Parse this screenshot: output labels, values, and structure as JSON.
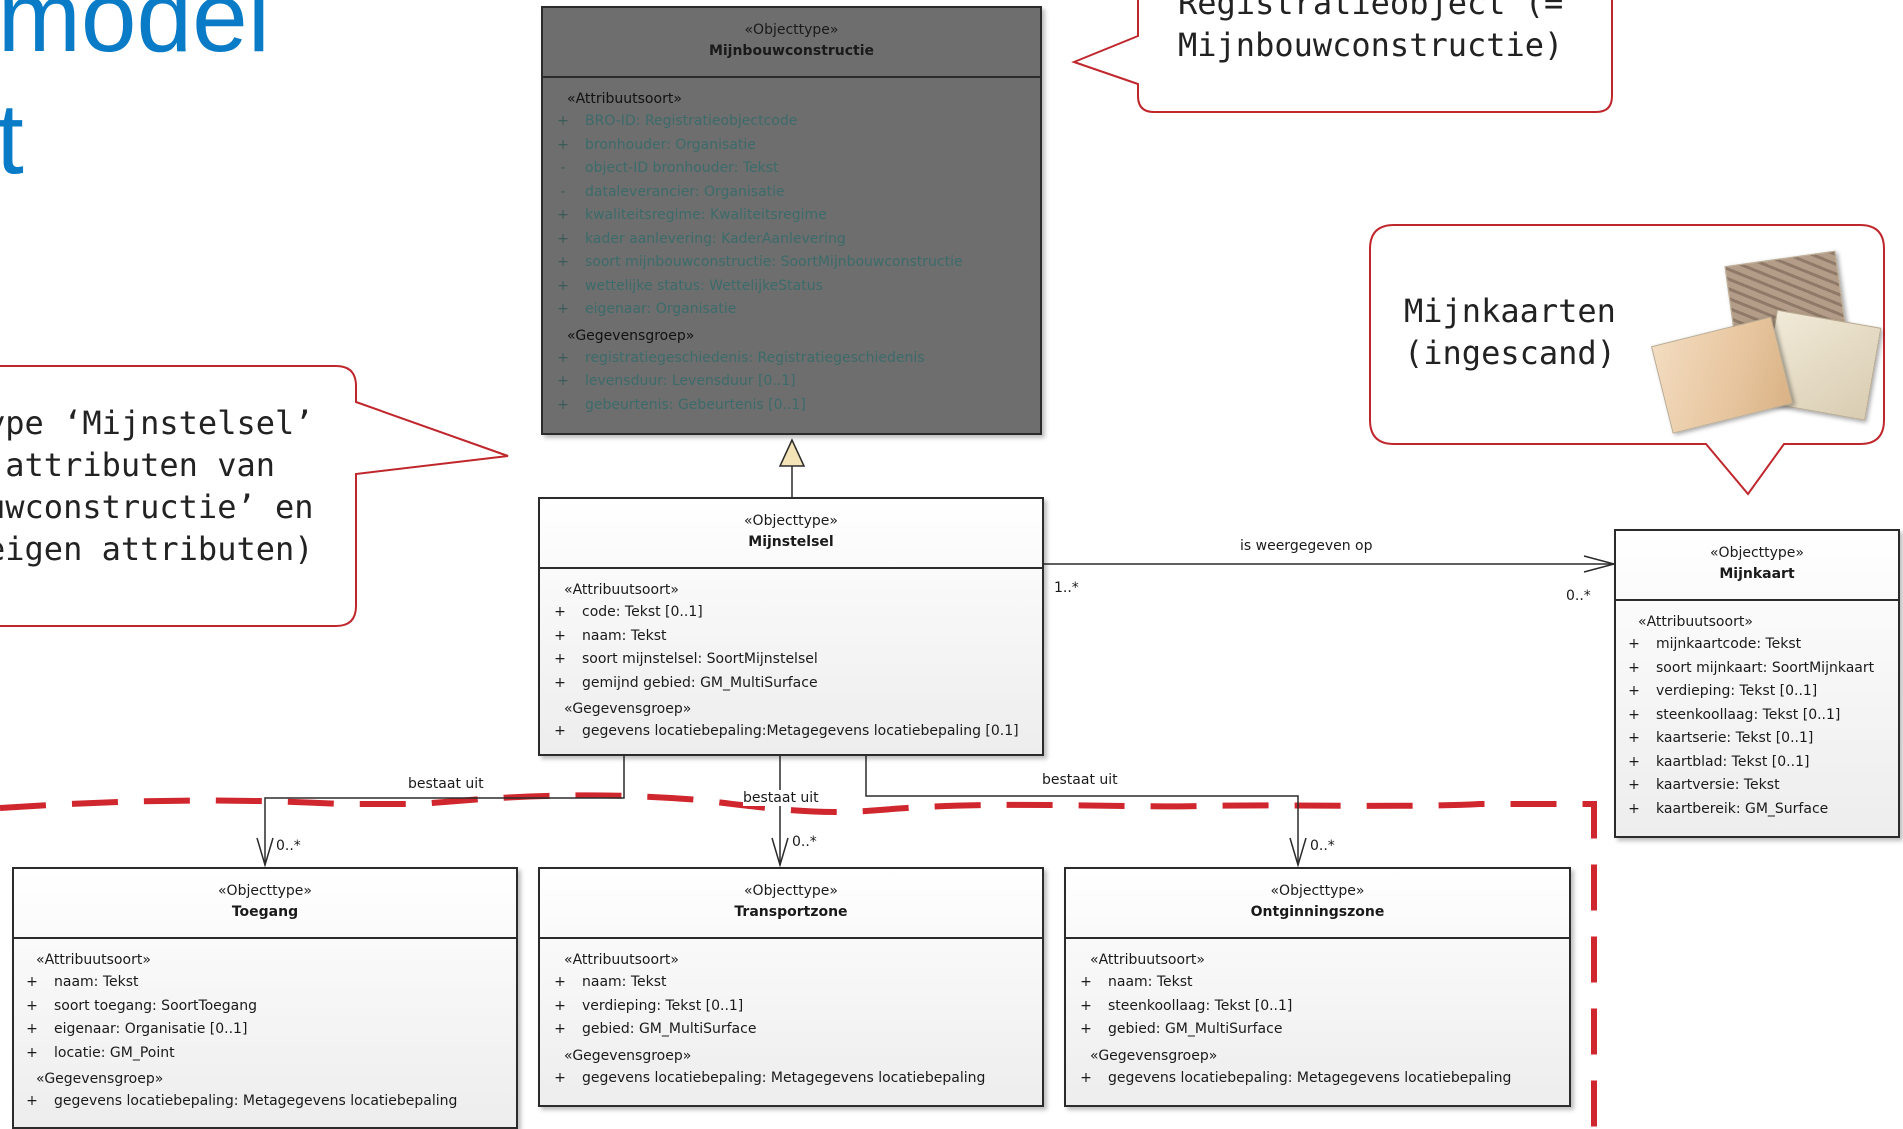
{
  "title": {
    "line1": "emodel",
    "line2": "t"
  },
  "callouts": {
    "top_right": "Registratieobject (=\nMijnbouwconstructie)",
    "left": "ype ‘Mijnstelsel’\n attributen van\nuwconstructie’ en\neigen attributen)",
    "maps": "Mijnkaarten\n(ingescand)"
  },
  "colors": {
    "title": "#0a7bc7",
    "callout_border": "#c0272d",
    "dashed_region": "#d0262d",
    "dark_class": "#6e6e6e"
  },
  "classes": {
    "mijnbouwconstructie": {
      "stereotype": "«Objecttype»",
      "name": "Mijnbouwconstructie",
      "sections": [
        {
          "label": "«Attribuutsoort»",
          "attrs": [
            {
              "vis": "+",
              "text": "BRO-ID: Registratieobjectcode"
            },
            {
              "vis": "+",
              "text": "bronhouder: Organisatie"
            },
            {
              "vis": "-",
              "text": "object-ID bronhouder: Tekst"
            },
            {
              "vis": "-",
              "text": "dataleverancier: Organisatie"
            },
            {
              "vis": "+",
              "text": "kwaliteitsregime: Kwaliteitsregime"
            },
            {
              "vis": "+",
              "text": "kader aanlevering: KaderAanlevering"
            },
            {
              "vis": "+",
              "text": "soort mijnbouwconstructie: SoortMijnbouwconstructie"
            },
            {
              "vis": "+",
              "text": "wettelijke status: WettelijkeStatus"
            },
            {
              "vis": "+",
              "text": "eigenaar: Organisatie"
            }
          ]
        },
        {
          "label": "«Gegevensgroep»",
          "attrs": [
            {
              "vis": "+",
              "text": "registratiegeschiedenis: Registratiegeschiedenis"
            },
            {
              "vis": "+",
              "text": "levensduur: Levensduur [0..1]"
            },
            {
              "vis": "+",
              "text": "gebeurtenis: Gebeurtenis [0..1]"
            }
          ]
        }
      ]
    },
    "mijnstelsel": {
      "stereotype": "«Objecttype»",
      "name": "Mijnstelsel",
      "sections": [
        {
          "label": "«Attribuutsoort»",
          "attrs": [
            {
              "vis": "+",
              "text": "code: Tekst [0..1]"
            },
            {
              "vis": "+",
              "text": "naam: Tekst"
            },
            {
              "vis": "+",
              "text": "soort mijnstelsel: SoortMijnstelsel"
            },
            {
              "vis": "+",
              "text": "gemijnd gebied: GM_MultiSurface"
            }
          ]
        },
        {
          "label": "«Gegevensgroep»",
          "attrs": [
            {
              "vis": "+",
              "text": "gegevens locatiebepaling:Metagegevens locatiebepaling [0.1]"
            }
          ]
        }
      ]
    },
    "mijnkaart": {
      "stereotype": "«Objecttype»",
      "name": "Mijnkaart",
      "sections": [
        {
          "label": "«Attribuutsoort»",
          "attrs": [
            {
              "vis": "+",
              "text": "mijnkaartcode: Tekst"
            },
            {
              "vis": "+",
              "text": "soort mijnkaart: SoortMijnkaart"
            },
            {
              "vis": "+",
              "text": "verdieping: Tekst [0..1]"
            },
            {
              "vis": "+",
              "text": "steenkoollaag: Tekst [0..1]"
            },
            {
              "vis": "+",
              "text": "kaartserie: Tekst [0..1]"
            },
            {
              "vis": "+",
              "text": "kaartblad: Tekst [0..1]"
            },
            {
              "vis": "+",
              "text": "kaartversie: Tekst"
            },
            {
              "vis": "+",
              "text": "kaartbereik: GM_Surface"
            }
          ]
        }
      ]
    },
    "toegang": {
      "stereotype": "«Objecttype»",
      "name": "Toegang",
      "sections": [
        {
          "label": "«Attribuutsoort»",
          "attrs": [
            {
              "vis": "+",
              "text": "naam: Tekst"
            },
            {
              "vis": "+",
              "text": "soort toegang: SoortToegang"
            },
            {
              "vis": "+",
              "text": "eigenaar: Organisatie [0..1]"
            },
            {
              "vis": "+",
              "text": "locatie: GM_Point"
            }
          ]
        },
        {
          "label": "«Gegevensgroep»",
          "attrs": [
            {
              "vis": "+",
              "text": "gegevens locatiebepaling: Metagegevens locatiebepaling"
            }
          ]
        }
      ]
    },
    "transportzone": {
      "stereotype": "«Objecttype»",
      "name": "Transportzone",
      "sections": [
        {
          "label": "«Attribuutsoort»",
          "attrs": [
            {
              "vis": "+",
              "text": "naam: Tekst"
            },
            {
              "vis": "+",
              "text": "verdieping: Tekst [0..1]"
            },
            {
              "vis": "+",
              "text": "gebied: GM_MultiSurface"
            }
          ]
        },
        {
          "label": "«Gegevensgroep»",
          "attrs": [
            {
              "vis": "+",
              "text": "gegevens locatiebepaling: Metagegevens locatiebepaling"
            }
          ]
        }
      ]
    },
    "ontginningszone": {
      "stereotype": "«Objecttype»",
      "name": "Ontginningszone",
      "sections": [
        {
          "label": "«Attribuutsoort»",
          "attrs": [
            {
              "vis": "+",
              "text": "naam: Tekst"
            },
            {
              "vis": "+",
              "text": "steenkoollaag: Tekst [0..1]"
            },
            {
              "vis": "+",
              "text": "gebied: GM_MultiSurface"
            }
          ]
        },
        {
          "label": "«Gegevensgroep»",
          "attrs": [
            {
              "vis": "+",
              "text": "gegevens locatiebepaling: Metagegevens locatiebepaling"
            }
          ]
        }
      ]
    }
  },
  "associations": {
    "weergegeven": {
      "label": "is weergegeven op",
      "mult_source": "1..*",
      "mult_target": "0..*"
    },
    "toegang": {
      "label": "bestaat uit",
      "mult": "0..*"
    },
    "transportzone": {
      "label": "bestaat uit",
      "mult": "0..*"
    },
    "ontginningszone": {
      "label": "bestaat uit",
      "mult": "0..*"
    }
  }
}
